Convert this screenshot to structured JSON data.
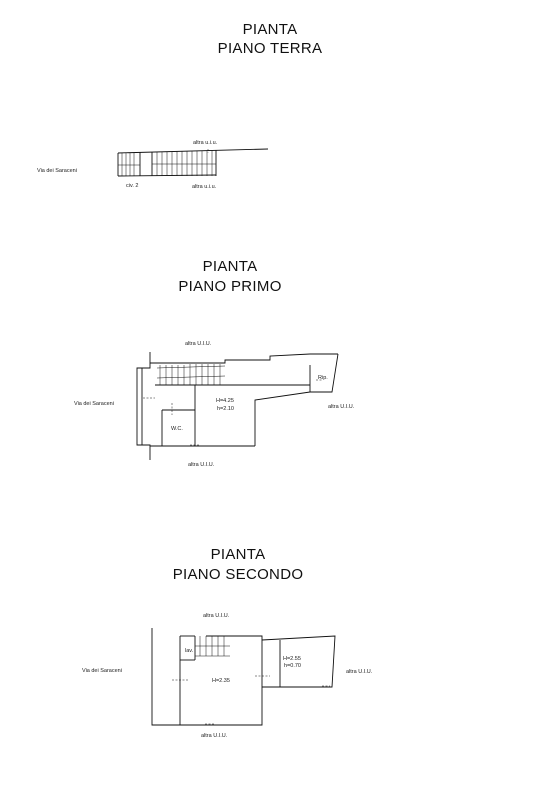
{
  "floors": [
    {
      "title_line1": "PIANTA",
      "title_line2": "PIANO TERRA",
      "labels": {
        "street": "Via dei Saraceni",
        "civic": "civ. 2",
        "top": "altra u.i.u.",
        "bottom": "altra u.i.u."
      }
    },
    {
      "title_line1": "PIANTA",
      "title_line2": "PIANO PRIMO",
      "labels": {
        "street": "Via dei Saraceni",
        "top": "altra U.I.U.",
        "bottom": "altra U.I.U.",
        "right": "altra U.I.U.",
        "wc": "W.C.",
        "rip": "Rip.",
        "h_main": "H=4.25",
        "h_low": "h=2.10"
      }
    },
    {
      "title_line1": "PIANTA",
      "title_line2": "PIANO SECONDO",
      "labels": {
        "street": "Via dei Saraceni",
        "top": "altra U.I.U.",
        "bottom": "altra U.I.U.",
        "right": "altra U.I.U.",
        "lav": "lav.",
        "h_left": "H=2.35",
        "h_right_main": "H=2.55",
        "h_right_low": "h=0.70"
      }
    }
  ]
}
